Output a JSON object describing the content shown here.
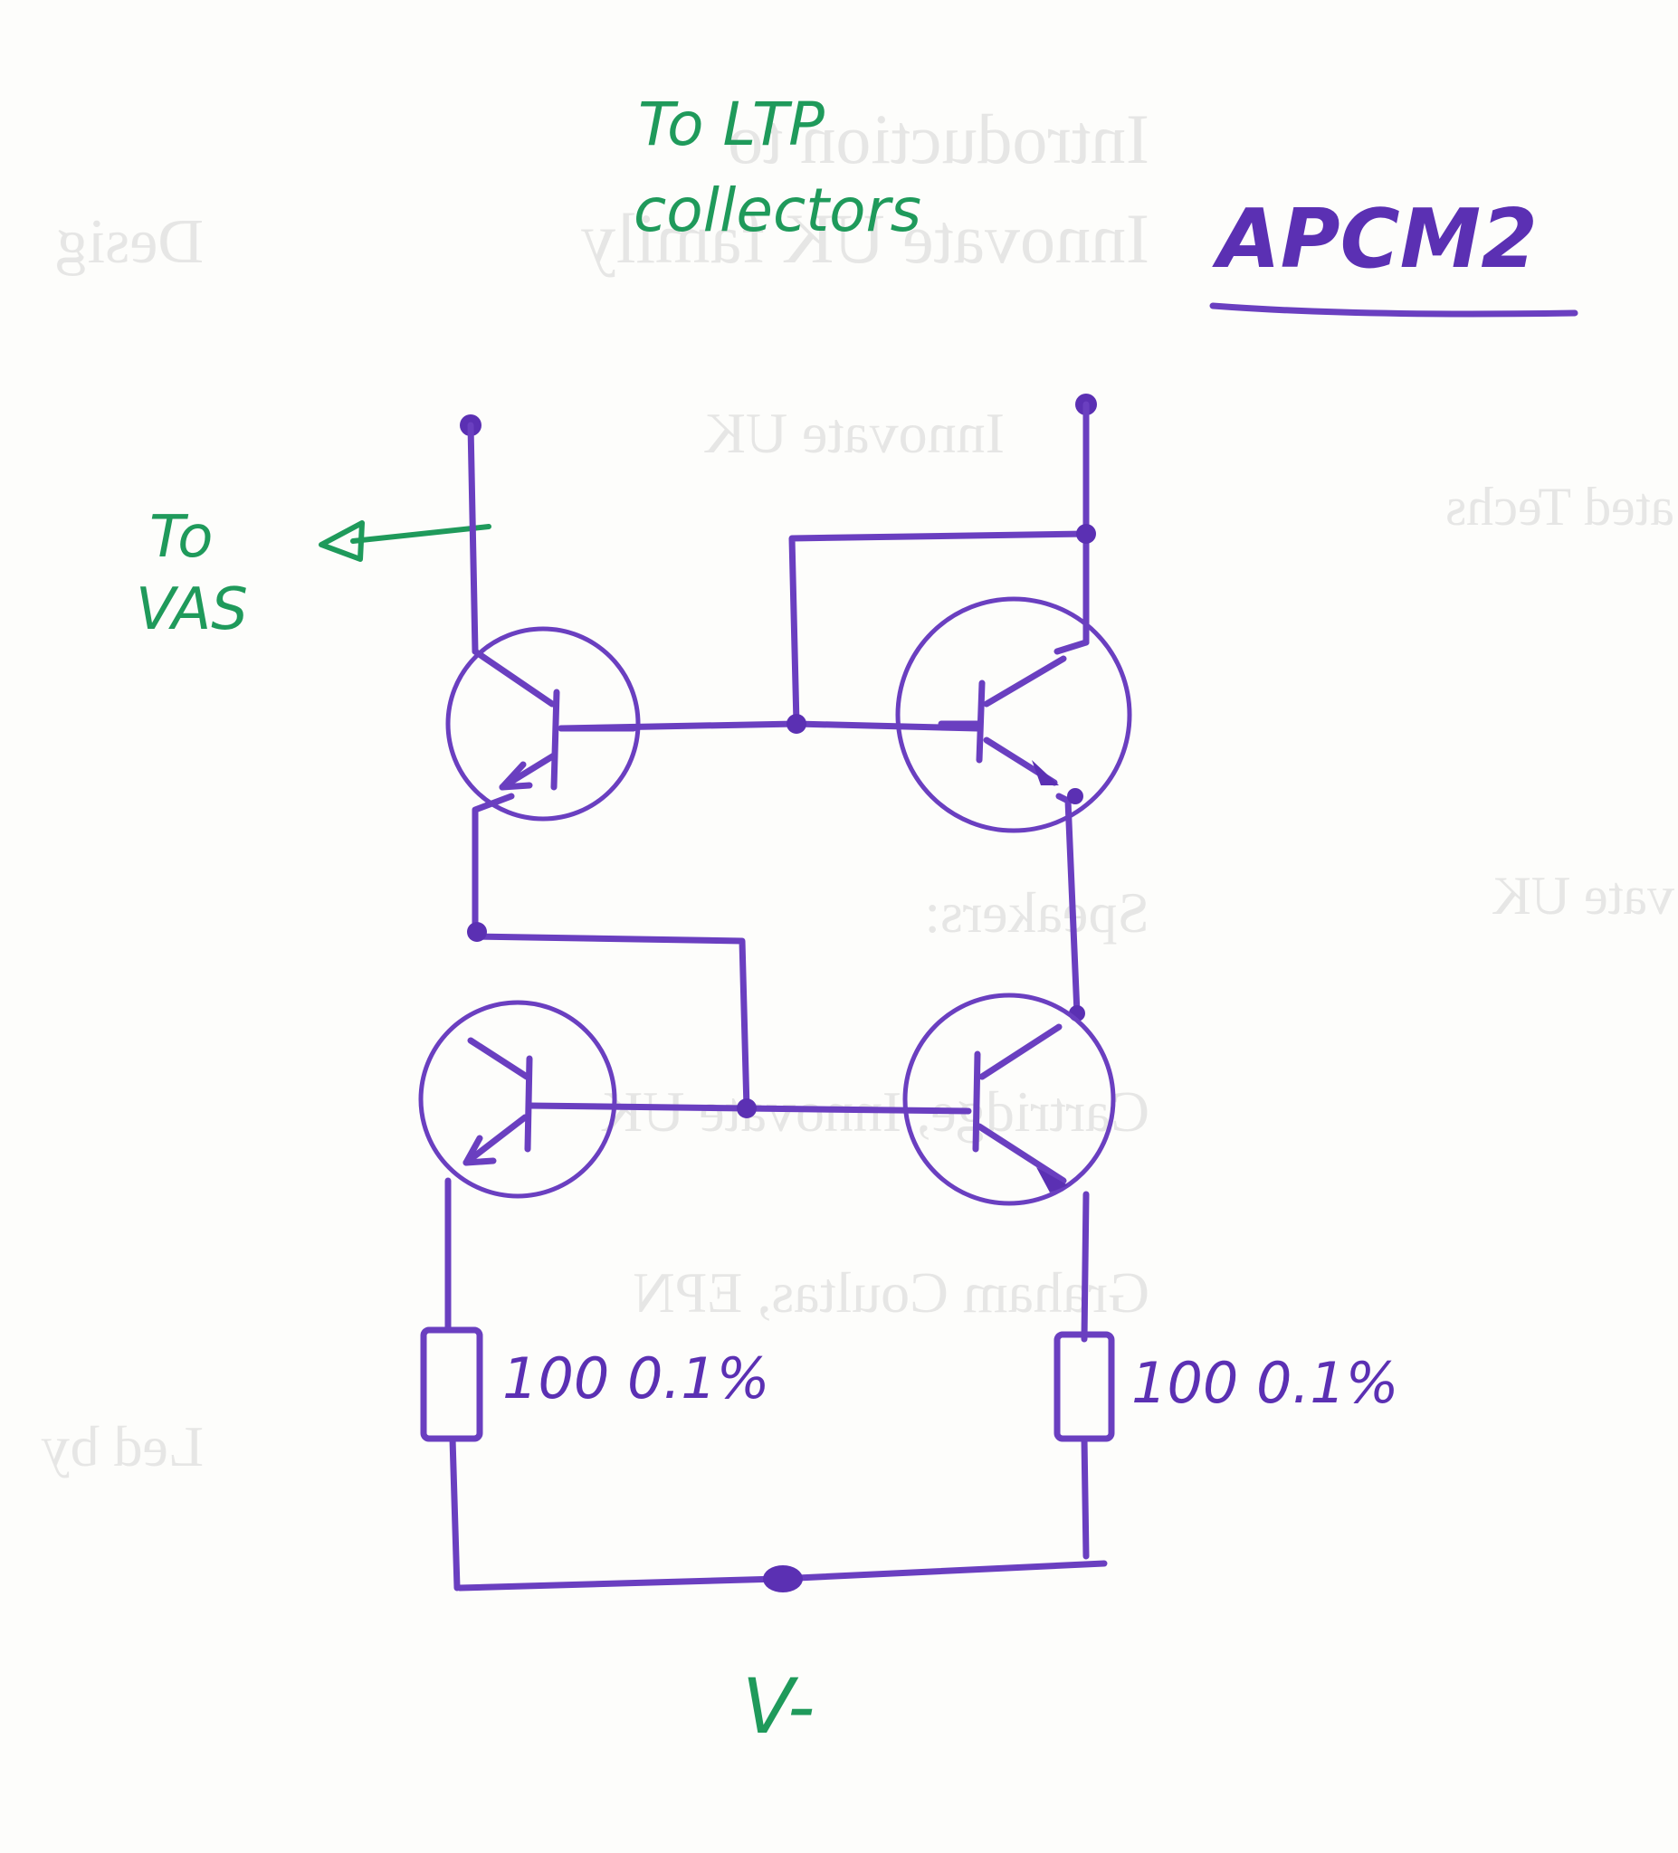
{
  "labels": {
    "ltp_line1": "To LTP",
    "ltp_line2": "collectors",
    "vas_line1": "To",
    "vas_line2": "VAS",
    "title": "APCM2",
    "resistor_left": "100 0.1%",
    "resistor_right": "100 0.1%",
    "supply": "V-"
  },
  "colors": {
    "ink": "#6a3fc0",
    "annotation": "#1f9a5b",
    "paper": "#fdfdfb"
  }
}
